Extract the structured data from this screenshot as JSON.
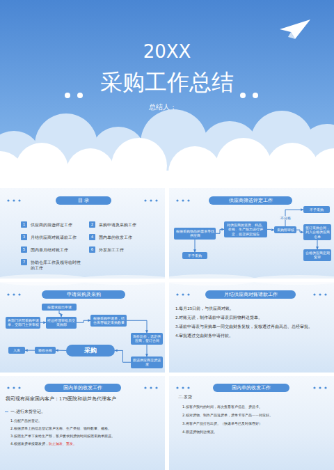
{
  "diagram": {
    "nodes": [
      {
        "text": [
          "目 录"
        ]
      },
      {
        "text": [
          "1",
          "供应商的筛选评定工作"
        ]
      },
      {
        "text": [
          "2",
          "采购申请及采购工作"
        ]
      },
      {
        "text": [
          "3",
          "月结供应商对账请款工作"
        ]
      },
      {
        "text": [
          "4",
          "国内单的收发工作"
        ]
      },
      {
        "text": [
          "5",
          "国内单月结对账工作"
        ]
      },
      {
        "text": [
          "6",
          "外发加工工作"
        ]
      },
      {
        "text": [
          "7",
          "协助仓库工作及领导临时性的工作"
        ]
      },
      {
        "text": [
          "供应商筛选评定工作"
        ]
      },
      {
        "text": [
          "根据采购物品的需求寻找供应商"
        ]
      },
      {
        "text": [
          "不予采购"
        ]
      },
      {
        "text": [
          "对供应商的资质、样品、价格、生产能力进行评定，提交评定报告"
        ]
      },
      {
        "text": [
          "采购部审核"
        ]
      },
      {
        "text": [
          "不予采购"
        ]
      },
      {
        "text": [
          "签订采购合同，列入合格供应商名单"
        ]
      },
      {
        "text": [
          "合格供应商定期复审"
        ]
      },
      {
        "text": [
          "申请采购及采购"
        ]
      },
      {
        "text": [
          "按需求提出申请"
        ]
      },
      {
        "text": [
          "各部门填写采购申请单，交部门主管审核"
        ]
      },
      {
        "text": [
          "经总经理审批后交采购部"
        ]
      },
      {
        "text": [
          "根据采购申请单，结合库存确定采购数量"
        ]
      },
      {
        "text": [
          "询价比价，选定供应商，签订合同"
        ]
      },
      {
        "text": [
          "跟进供应商交货进度"
        ]
      },
      {
        "text": [
          "采购"
        ]
      },
      {
        "text": [
          "验收合格"
        ]
      },
      {
        "text": [
          "入库"
        ]
      },
      {
        "text": [
          "月结供应商对账请款工作"
        ]
      },
      {
        "text": [
          "国内单的收发工作"
        ]
      },
      {
        "text": [
          "国内单的收发工作"
        ]
      }
    ],
    "edges": [
      {
        "from": 9,
        "to": 10,
        "arrow": "to"
      },
      {
        "from": 9,
        "to": 11,
        "arrow": "to"
      },
      {
        "from": 11,
        "to": 12,
        "arrow": "to"
      },
      {
        "from": 12,
        "to": 13,
        "label": "不合格",
        "arrow": "to"
      },
      {
        "from": 12,
        "to": 14,
        "arrow": "to"
      },
      {
        "from": 14,
        "to": 15,
        "arrow": "to"
      },
      {
        "from": 18,
        "to": 19,
        "arrow": "to"
      },
      {
        "from": 17,
        "to": 19,
        "arrow": "to"
      },
      {
        "from": 19,
        "to": 20,
        "arrow": "to"
      },
      {
        "from": 20,
        "to": 21,
        "arrow": "to"
      },
      {
        "from": 21,
        "to": 22,
        "arrow": "to"
      },
      {
        "from": 22,
        "to": 23,
        "arrow": "to"
      },
      {
        "from": 23,
        "to": 24,
        "arrow": "to"
      },
      {
        "from": 24,
        "to": 25,
        "arrow": "to"
      }
    ],
    "labels": [
      "20XX",
      "采购工作总结",
      "总结人：",
      "1.每月25日前，与供应商对账。",
      "2.对账无误，制作请款申请表后附物料送货单。",
      "3.请款申请表与采购单一同交由财务复核，复核通过再由高总、总经审批。",
      "4.审批通过交由财务申请付款。",
      "我司现有两家国内客户：175医院和葫芦岛代理客户",
      "一.进行来货登记。",
      "1.分配产品的登记。",
      "2.根据货单上的信息登记客户名称、生产类别、物料数量、规格。",
      "3.按照生产单下发给生产部，客户要求到货的时间按照采购单跟进。",
      "4.根据发货单按期发货，",
      "防止漏发、重发。",
      "二.发货",
      "1.按客户预约的时间，再次查看客户信息、货品卡。",
      "2.核对货物、制作产品送货单，货单卡等产品一一对应好。",
      "3.将客户产品打包出货。（快递单号已及时保存好）",
      "4.跟进货物到达情况。"
    ]
  }
}
